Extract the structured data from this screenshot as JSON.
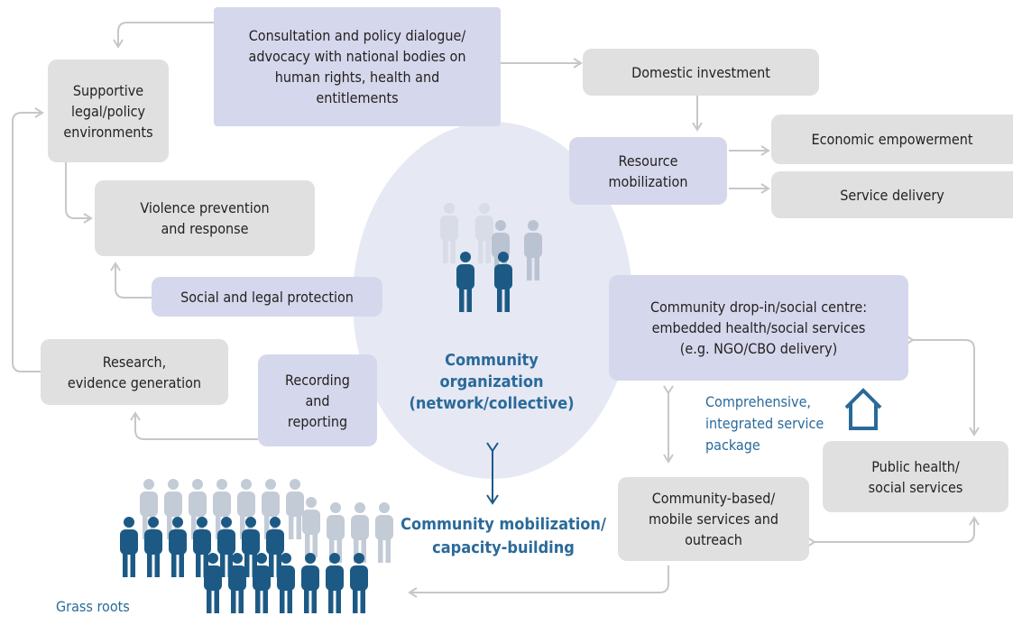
{
  "center": {
    "title": "Community\norganization\n(network/collective)"
  },
  "boxes": {
    "consultation": "Consultation and policy dialogue/\nadvocacy with national bodies on\nhuman rights, health and\nentitlements",
    "supportive": "Supportive\nlegal/policy\nenvironments",
    "domestic": "Domestic investment",
    "resource": "Resource\nmobilization",
    "economic": "Economic empowerment",
    "service_delivery": "Service delivery",
    "violence": "Violence prevention\nand response",
    "social_legal": "Social and legal protection",
    "research": "Research,\nevidence generation",
    "recording": "Recording\nand\nreporting",
    "dropin": "Community drop-in/social centre:\nembedded health/social services\n(e.g. NGO/CBO delivery)",
    "public": "Public health/\nsocial services",
    "community_based": "Community-based/\nmobile services and\noutreach"
  },
  "labels": {
    "comprehensive": "Comprehensive,\nintegrated service\npackage",
    "mobilization": "Community mobilization/\ncapacity-building",
    "grass_roots": "Grass roots"
  },
  "icons": {
    "people_group": "people-group-icon",
    "crowd": "crowd-icon",
    "house": "house-icon"
  },
  "colors": {
    "accent_blue": "#2a6a9a",
    "dark_person": "#1c5a85",
    "light_person": "#b9c3d2",
    "grey_box": "#e0e0e0",
    "blue_box": "#d5d8ec",
    "ellipse": "#e6e8f4",
    "arrow": "#c7c7c7"
  }
}
